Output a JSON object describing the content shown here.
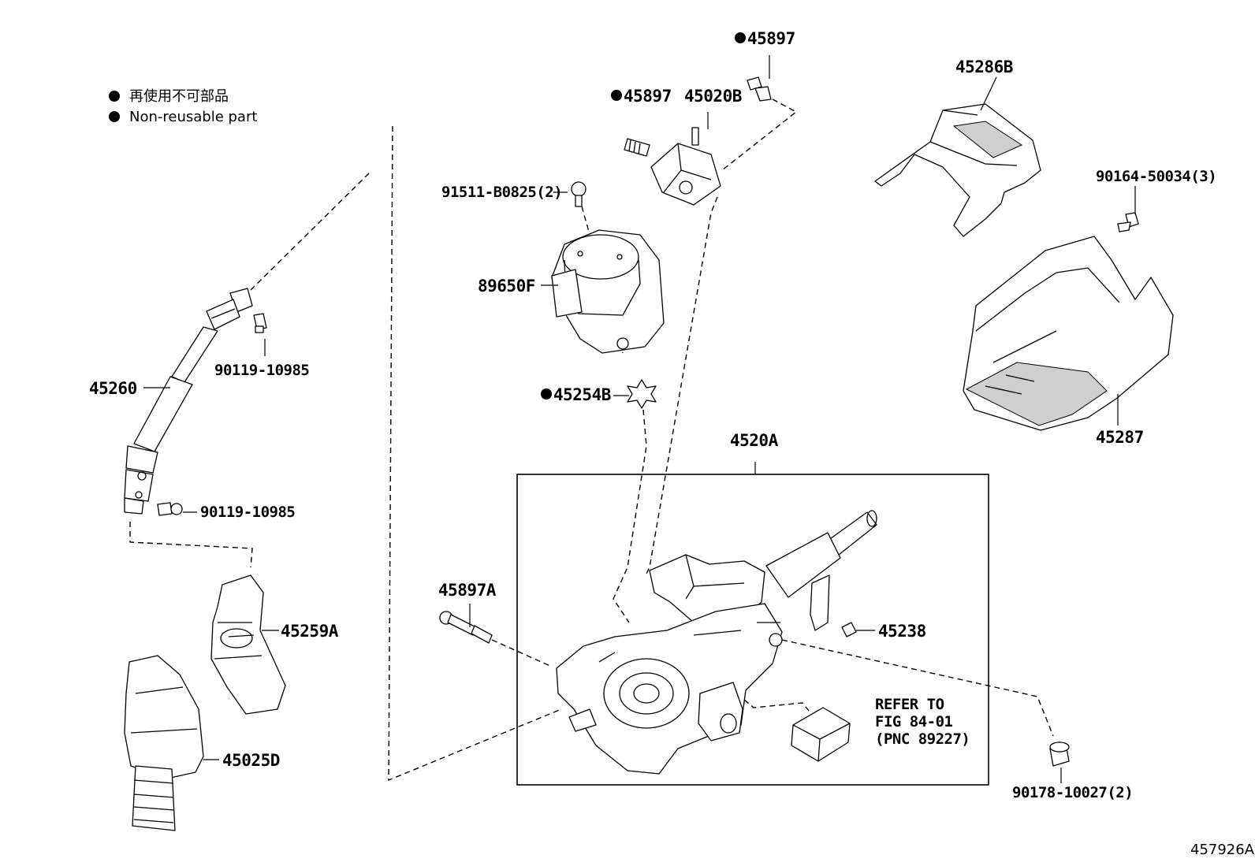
{
  "legend": {
    "japanese": "再使用不可部品",
    "english": "Non-reusable part"
  },
  "labels": {
    "p45897_top": "45897",
    "p45897_mid": "45897",
    "p45020B": "45020B",
    "p45286B": "45286B",
    "p90164": "90164-50034(3)",
    "p91511": "91511-B0825(2)",
    "p89650F": "89650F",
    "p45287": "45287",
    "p45254B": "45254B",
    "p4520A": "4520A",
    "p45260": "45260",
    "p90119_a": "90119-10985",
    "p90119_b": "90119-10985",
    "p45897A": "45897A",
    "p45238": "45238",
    "p45259A": "45259A",
    "p45025D": "45025D",
    "refer1": "REFER TO",
    "refer2": "FIG 84-01",
    "refer3": "(PNC 89227)",
    "p90178": "90178-10027(2)",
    "figure_id": "457926A"
  }
}
